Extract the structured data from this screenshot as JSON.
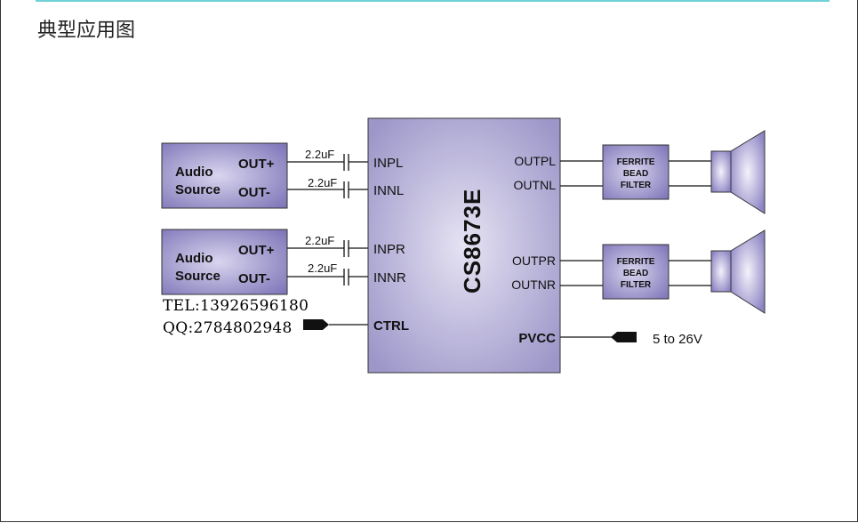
{
  "section_title": "典型应用图",
  "chip": {
    "name": "CS8673E",
    "pins_left": [
      "INPL",
      "INNL",
      "INPR",
      "INNR",
      "CTRL"
    ],
    "pins_right": [
      "OUTPL",
      "OUTNL",
      "OUTPR",
      "OUTNR",
      "PVCC"
    ]
  },
  "sources": [
    {
      "label_line1": "Audio",
      "label_line2": "Source",
      "out_pos": "OUT+",
      "out_neg": "OUT-"
    },
    {
      "label_line1": "Audio",
      "label_line2": "Source",
      "out_pos": "OUT+",
      "out_neg": "OUT-"
    }
  ],
  "capacitors": [
    "2.2uF",
    "2.2uF",
    "2.2uF",
    "2.2uF"
  ],
  "filters": [
    {
      "line1": "FERRITE",
      "line2": "BEAD",
      "line3": "FILTER"
    },
    {
      "line1": "FERRITE",
      "line2": "BEAD",
      "line3": "FILTER"
    }
  ],
  "supply": "5 to 26V",
  "contact": {
    "tel": "TEL:13926596180",
    "qq": "QQ:2784802948"
  },
  "colors": {
    "accent_line": "#6fd2d6",
    "block_fill": "#8f88c4",
    "chip_fill": "#b7b1d9"
  }
}
